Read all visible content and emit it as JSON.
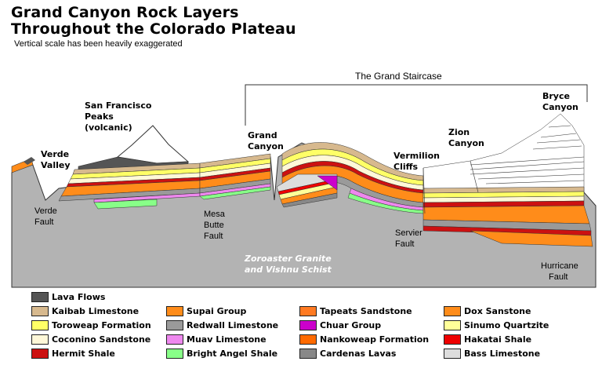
{
  "title_lines": [
    "Grand Canyon Rock Layers",
    "Throughout the Colorado Plateau"
  ],
  "subtitle": "Vertical scale has been heavily exaggerated",
  "staircase_label": "The Grand Staircase",
  "place_labels": {
    "verde": [
      "Verde",
      "Valley"
    ],
    "sanfran": [
      "San Francisco",
      "Peaks",
      "(volcanic)"
    ],
    "grand": [
      "Grand",
      "Canyon"
    ],
    "vermilion": [
      "Vermilion",
      "Cliffs"
    ],
    "zion": [
      "Zion",
      "Canyon"
    ],
    "bryce": [
      "Bryce",
      "Canyon"
    ]
  },
  "fault_labels": {
    "verde": [
      "Verde",
      "Fault"
    ],
    "mesa": [
      "Mesa",
      "Butte",
      "Fault"
    ],
    "servier": [
      "Servier",
      "Fault"
    ],
    "hurricane": [
      "Hurricane",
      "Fault"
    ]
  },
  "basement_label": [
    "Zoroaster Granite",
    "and Vishnu Schist"
  ],
  "legend": [
    {
      "label": "Lava Flows",
      "color": "#555555"
    },
    {
      "label": "Kaibab Limestone",
      "color": "#d7b98e"
    },
    {
      "label": "Toroweap Formation",
      "color": "#ffff66"
    },
    {
      "label": "Coconino Sandstone",
      "color": "#fff8d8"
    },
    {
      "label": "Hermit Shale",
      "color": "#cc1111"
    },
    {
      "label": "Supai Group",
      "color": "#ff8c1a"
    },
    {
      "label": "Redwall Limestone",
      "color": "#9a9a9a"
    },
    {
      "label": "Muav Limestone",
      "color": "#ee88ee"
    },
    {
      "label": "Bright Angel Shale",
      "color": "#88ff88"
    },
    {
      "label": "Tapeats Sandstone",
      "color": "#ff7a22"
    },
    {
      "label": "Chuar Group",
      "color": "#cc00cc"
    },
    {
      "label": "Nankoweap Formation",
      "color": "#ff6a00"
    },
    {
      "label": "Cardenas Lavas",
      "color": "#888888"
    },
    {
      "label": "Dox Sanstone",
      "color": "#ff8c1a"
    },
    {
      "label": "Sinumo Quartzite",
      "color": "#ffff99"
    },
    {
      "label": "Hakatai Shale",
      "color": "#ee0000"
    },
    {
      "label": "Bass Limestone",
      "color": "#dddddd"
    }
  ]
}
